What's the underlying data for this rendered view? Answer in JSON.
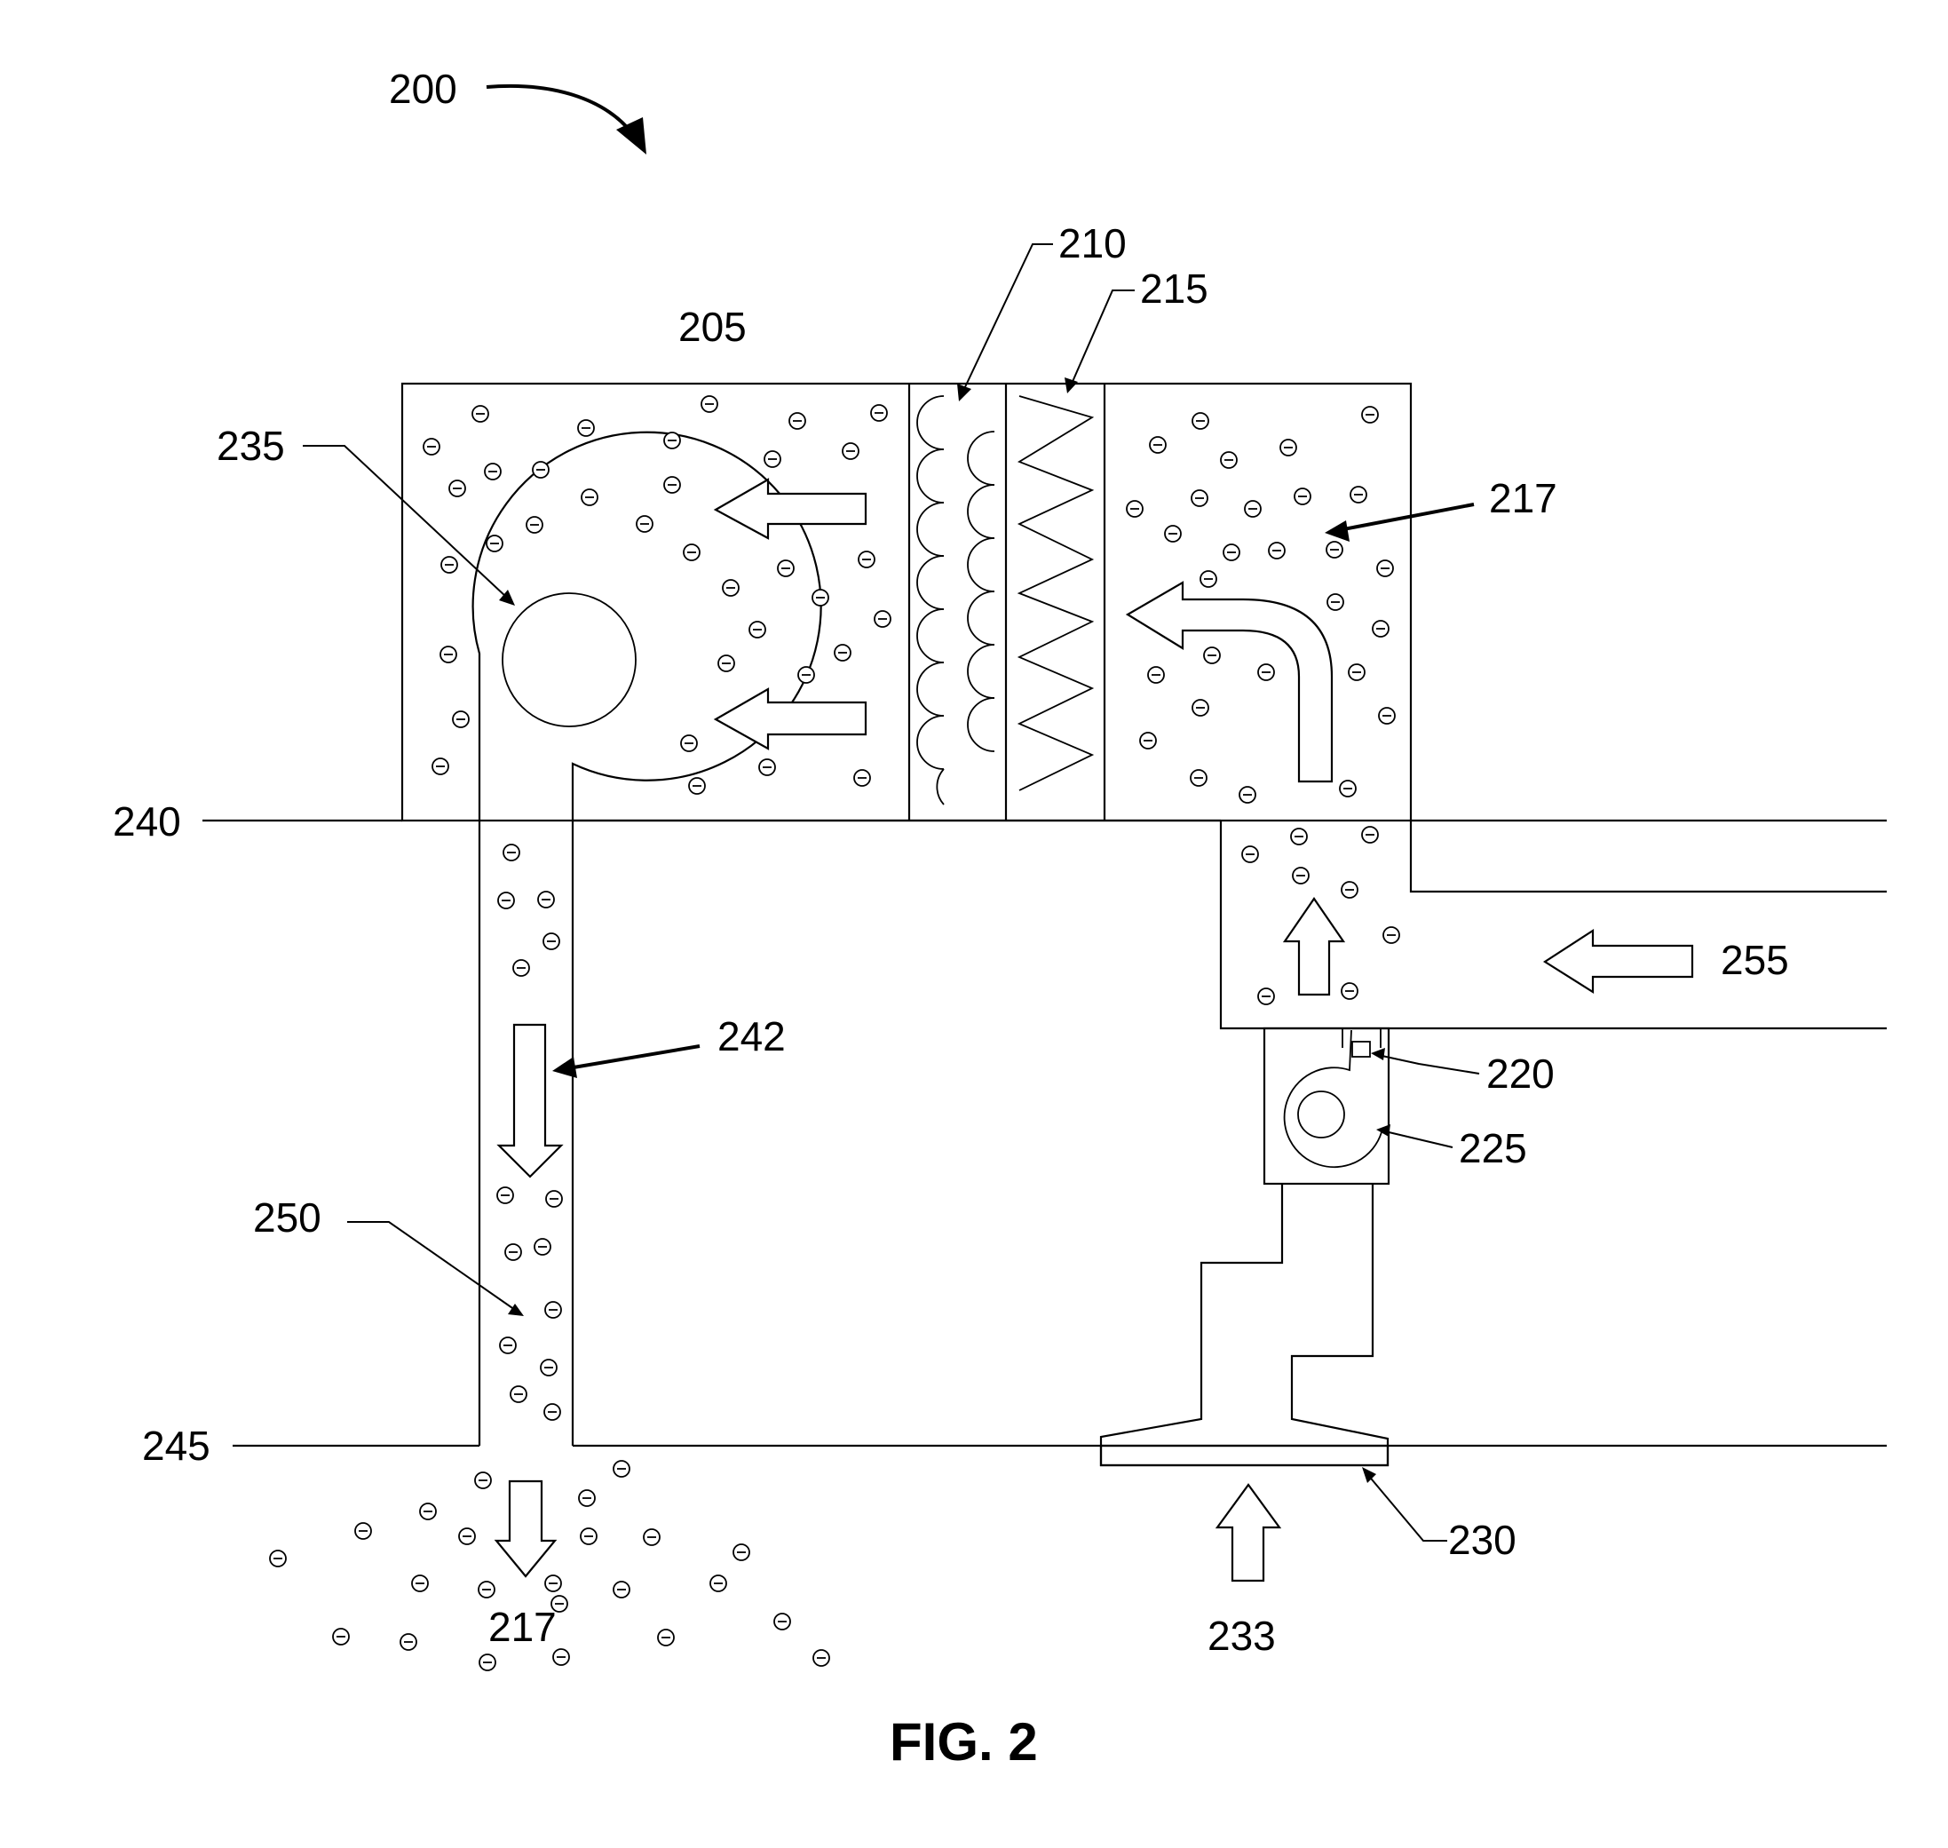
{
  "figure": {
    "caption": "FIG. 2",
    "ref_200": "200",
    "ref_205": "205",
    "ref_210": "210",
    "ref_215": "215",
    "ref_217_upper": "217",
    "ref_217_lower": "217",
    "ref_220": "220",
    "ref_225": "225",
    "ref_230": "230",
    "ref_233": "233",
    "ref_235": "235",
    "ref_240": "240",
    "ref_242": "242",
    "ref_245": "245",
    "ref_250": "250",
    "ref_255": "255"
  }
}
